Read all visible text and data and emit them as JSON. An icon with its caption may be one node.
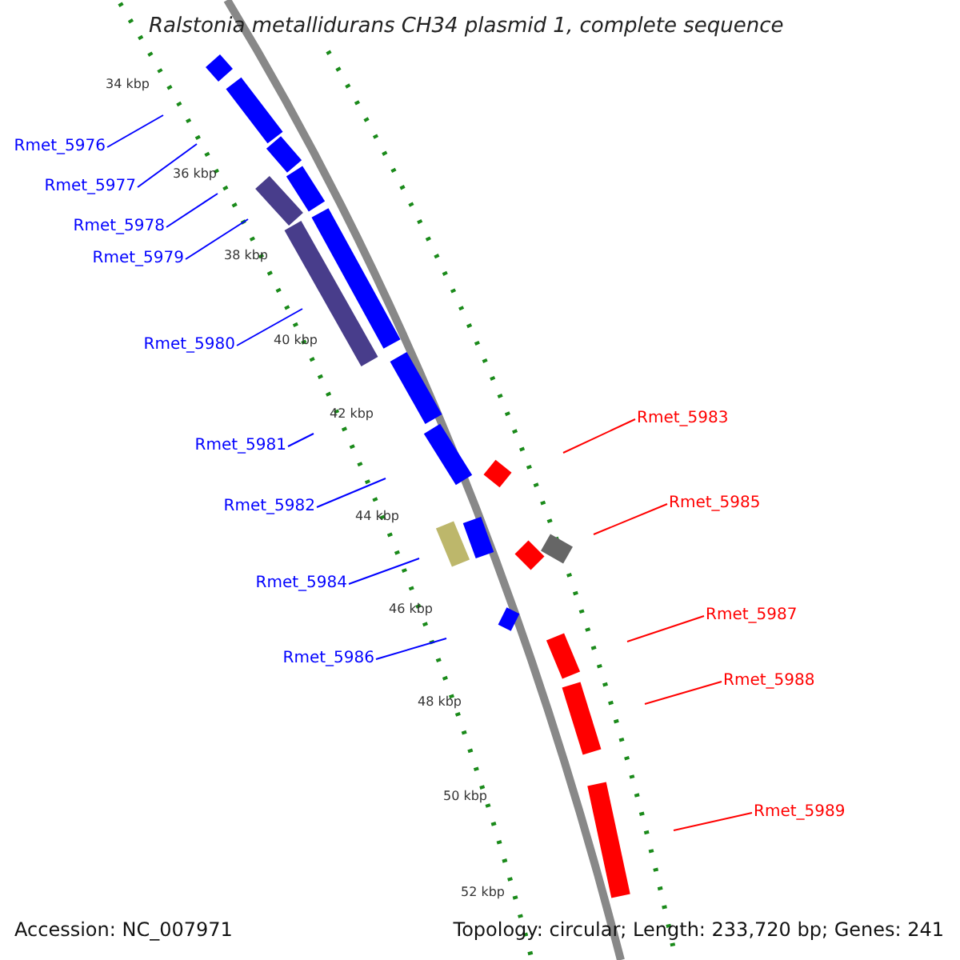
{
  "diagram": {
    "title": "Ralstonia metallidurans CH34 plasmid 1, complete sequence",
    "nodes": [
      {
        "text": [
          "Rmet_5976"
        ]
      },
      {
        "text": [
          "Rmet_5977"
        ]
      },
      {
        "text": [
          "Rmet_5978"
        ]
      },
      {
        "text": [
          "Rmet_5979"
        ]
      },
      {
        "text": [
          "Rmet_5980"
        ]
      },
      {
        "text": [
          "Rmet_5981"
        ]
      },
      {
        "text": [
          "Rmet_5982"
        ]
      },
      {
        "text": [
          "Rmet_5984"
        ]
      },
      {
        "text": [
          "Rmet_5986"
        ]
      },
      {
        "text": [
          "Rmet_5983"
        ]
      },
      {
        "text": [
          "Rmet_5985"
        ]
      },
      {
        "text": [
          "Rmet_5987"
        ]
      },
      {
        "text": [
          "Rmet_5988"
        ]
      },
      {
        "text": [
          "Rmet_5989"
        ]
      }
    ],
    "edges": [
      {
        "from": 0,
        "to": null,
        "arrow": "none"
      },
      {
        "from": 1,
        "to": null,
        "arrow": "none"
      },
      {
        "from": 2,
        "to": null,
        "arrow": "none"
      },
      {
        "from": 3,
        "to": null,
        "arrow": "none"
      },
      {
        "from": 4,
        "to": null,
        "arrow": "none"
      },
      {
        "from": 5,
        "to": null,
        "arrow": "none"
      },
      {
        "from": 6,
        "to": null,
        "arrow": "none"
      },
      {
        "from": 7,
        "to": null,
        "arrow": "none"
      },
      {
        "from": 8,
        "to": null,
        "arrow": "none"
      },
      {
        "from": 9,
        "to": null,
        "arrow": "none",
        "color": "#ff0000"
      },
      {
        "from": 10,
        "to": null,
        "arrow": "none",
        "color": "#ff0000"
      },
      {
        "from": 11,
        "to": null,
        "arrow": "none",
        "color": "#ff0000"
      },
      {
        "from": 12,
        "to": null,
        "arrow": "none",
        "color": "#ff0000"
      },
      {
        "from": 13,
        "to": null,
        "arrow": "none",
        "color": "#ff0000"
      }
    ],
    "labels": [
      "34 kbp",
      "36 kbp",
      "38 kbp",
      "40 kbp",
      "42 kbp",
      "44 kbp",
      "46 kbp",
      "48 kbp",
      "50 kbp",
      "52 kbp",
      "Accession: NC_007971",
      "Topology: circular; Length: 233,720 bp; Genes: 241"
    ]
  }
}
